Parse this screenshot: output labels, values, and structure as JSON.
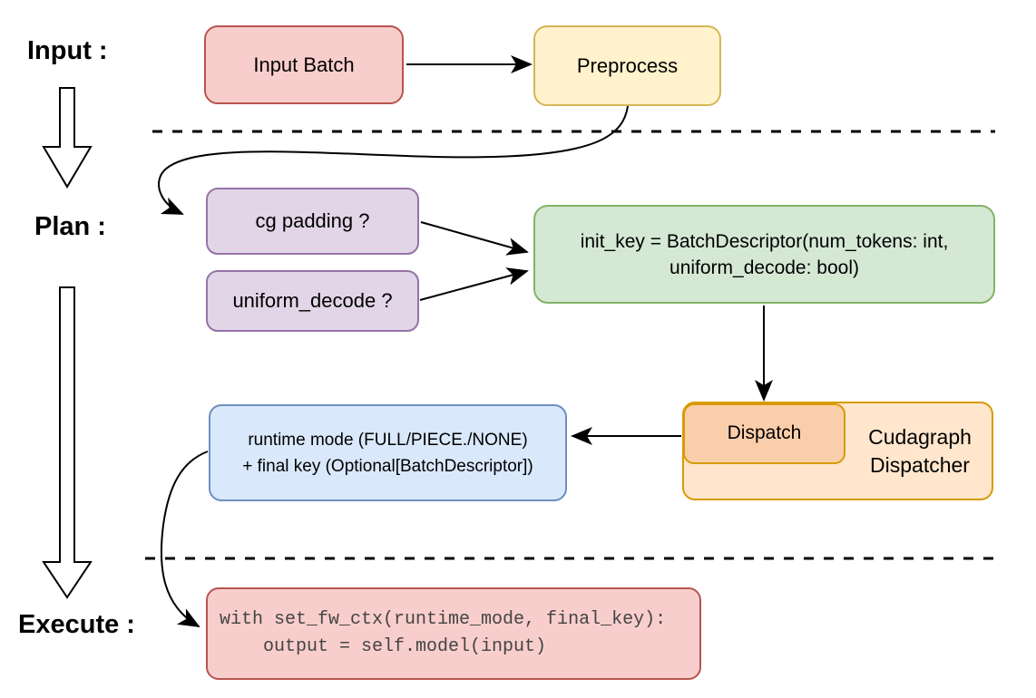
{
  "palette": {
    "background": "#ffffff",
    "red_fill": "#f8cecc",
    "red_stroke": "#b85450",
    "yellow_fill": "#fff2cc",
    "yellow_stroke": "#d6b656",
    "purple_fill": "#e1d5e7",
    "purple_stroke": "#9673a6",
    "green_fill": "#d5e8d4",
    "green_stroke": "#82b366",
    "blue_fill": "#dae8fc",
    "blue_stroke": "#6c8ebf",
    "orange_fill": "#ffe6cc",
    "orange_stroke": "#d79b00",
    "dispatch_fill": "#fbceab",
    "connector_color": "#000000",
    "label_color": "#000000",
    "code_text_color": "#444444"
  },
  "stages": {
    "input": {
      "label": "Input :"
    },
    "plan": {
      "label": "Plan :"
    },
    "execute": {
      "label": "Execute :"
    }
  },
  "nodes": {
    "input_batch": {
      "label": "Input Batch"
    },
    "preprocess": {
      "label": "Preprocess"
    },
    "cg_padding": {
      "label": "cg padding ?"
    },
    "uniform_decode": {
      "label": "uniform_decode ?"
    },
    "init_key": {
      "line1": "init_key = BatchDescriptor(num_tokens: int,",
      "line2": "uniform_decode: bool)"
    },
    "runtime_mode": {
      "line1": "runtime mode (FULL/PIECE./NONE)",
      "line2": "+ final key (Optional[BatchDescriptor])"
    },
    "dispatch": {
      "label": "Dispatch"
    },
    "cudagraph_dispatcher": {
      "line1": "Cudagraph",
      "line2": "Dispatcher"
    },
    "execute_code": {
      "line1": "with set_fw_ctx(runtime_mode, final_key):",
      "line2": "    output = self.model(input)"
    }
  }
}
